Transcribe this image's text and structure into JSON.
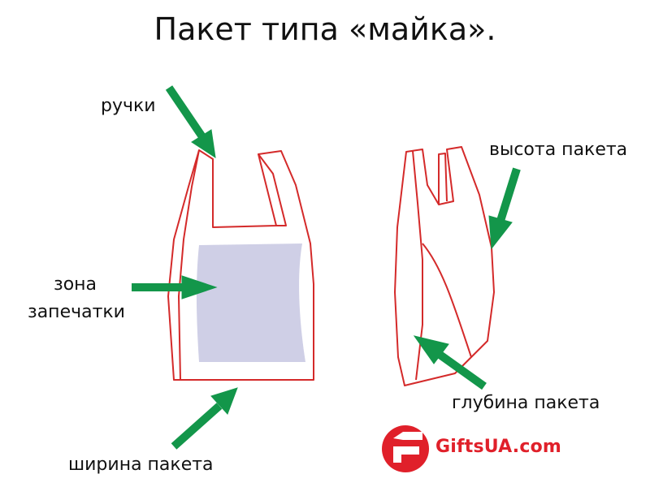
{
  "title": "Пакет типа «майка».",
  "labels": {
    "handles": "ручки",
    "print_zone_line1": "зона",
    "print_zone_line2": "запечатки",
    "bag_width": "ширина пакета",
    "bag_height": "высота пакета",
    "bag_depth": "глубина пакета"
  },
  "logo": {
    "text": "GiftsUA.com",
    "color": "#e0202a"
  },
  "colors": {
    "outline": "#d42a2a",
    "arrow": "#13964a",
    "print_zone": "#cfcfe6"
  }
}
